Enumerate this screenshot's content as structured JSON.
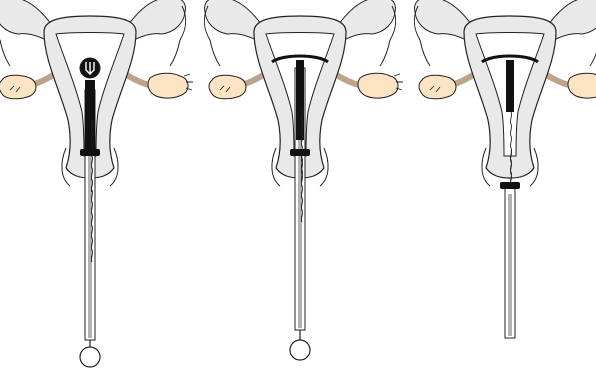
{
  "figure": {
    "panels": [
      {
        "id": "step-1",
        "device": "arms-folded-in-tube",
        "shows_plunger_ring": true
      },
      {
        "id": "step-2",
        "device": "arms-released-at-fundus",
        "shows_plunger_ring": true
      },
      {
        "id": "step-3",
        "device": "insertion-tube-withdrawn",
        "shows_plunger_ring": false
      }
    ],
    "colors": {
      "outline": "#222222",
      "tissue": "#e9e9e9",
      "ovary": "#fbe3c4",
      "device": "#111111",
      "tube": "#ffffff"
    }
  }
}
